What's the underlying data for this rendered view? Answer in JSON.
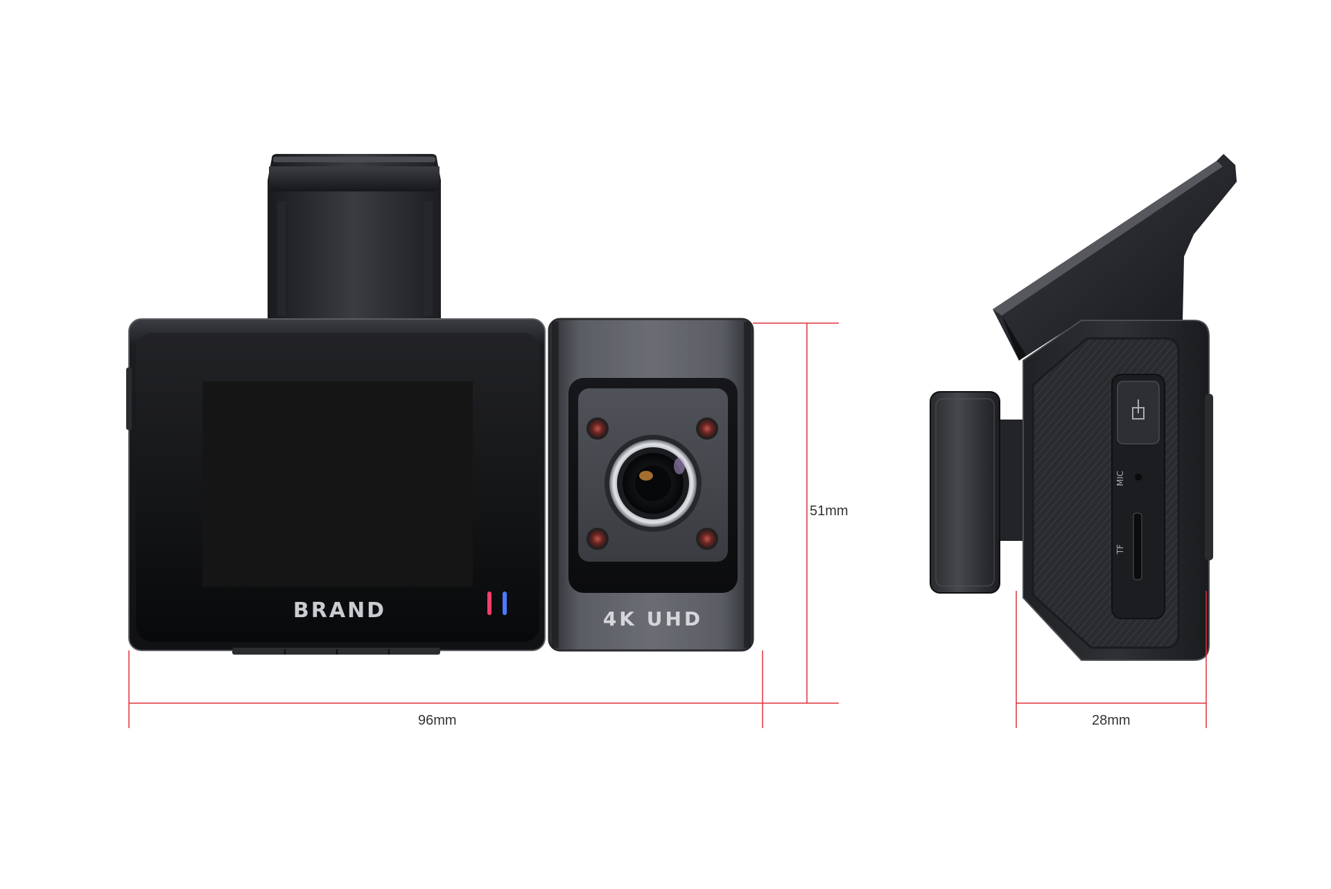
{
  "product": {
    "brand_label": "BRAND",
    "resolution_label": "4K UHD",
    "mic_port_label": "MIC",
    "tf_slot_label": "TF"
  },
  "dimensions": {
    "width": "96mm",
    "height": "51mm",
    "depth": "28mm"
  },
  "colors": {
    "background": "#ffffff",
    "dimension_line": "#e0303a",
    "dimension_text": "#333333",
    "body_dark": "#1b1c1f",
    "body_gray": "#4a4d52",
    "screen": "#151515",
    "indicator_red": "#ff3b6b",
    "indicator_blue": "#4a7bff"
  }
}
